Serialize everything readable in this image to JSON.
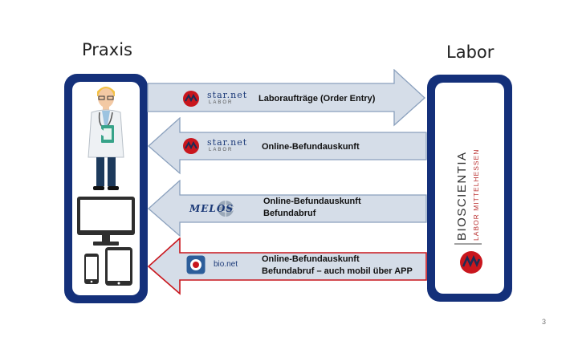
{
  "left_heading": "Praxis",
  "right_heading": "Labor",
  "rows": [
    {
      "direction": "right",
      "logo": "star.net",
      "logo_sub": "LABOR",
      "lines": [
        "Laboraufträge  (Order Entry)"
      ],
      "border": "#8aa0bd"
    },
    {
      "direction": "left",
      "logo": "star.net",
      "logo_sub": "LABOR",
      "lines": [
        "Online-Befundauskunft"
      ],
      "border": "#8aa0bd"
    },
    {
      "direction": "left",
      "logo": "MELOS",
      "logo_sub": "",
      "lines": [
        "Online-Befundauskunft",
        "Befundabruf"
      ],
      "border": "#8aa0bd"
    },
    {
      "direction": "left",
      "logo": "bio.net",
      "logo_sub": "",
      "lines": [
        "Online-Befundauskunft",
        "Befundabruf  – auch mobil über APP"
      ],
      "border": "#c9161d"
    }
  ],
  "lab_brand": {
    "name": "BIOSCIENTIA",
    "subtitle": "LABOR MITTELHESSEN"
  },
  "colors": {
    "panel": "#14307a",
    "arrow_fill": "#d5dde8",
    "highlight_border": "#c9161d"
  },
  "page_number": "3"
}
